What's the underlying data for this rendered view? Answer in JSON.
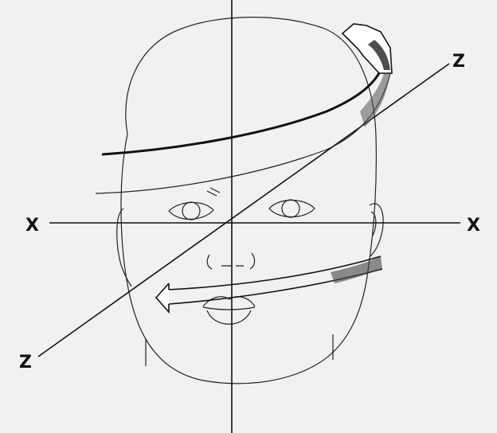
{
  "diagram": {
    "labels": {
      "x_left": "X",
      "x_right": "X",
      "z_top": "Z",
      "z_bottom": "Z"
    }
  }
}
